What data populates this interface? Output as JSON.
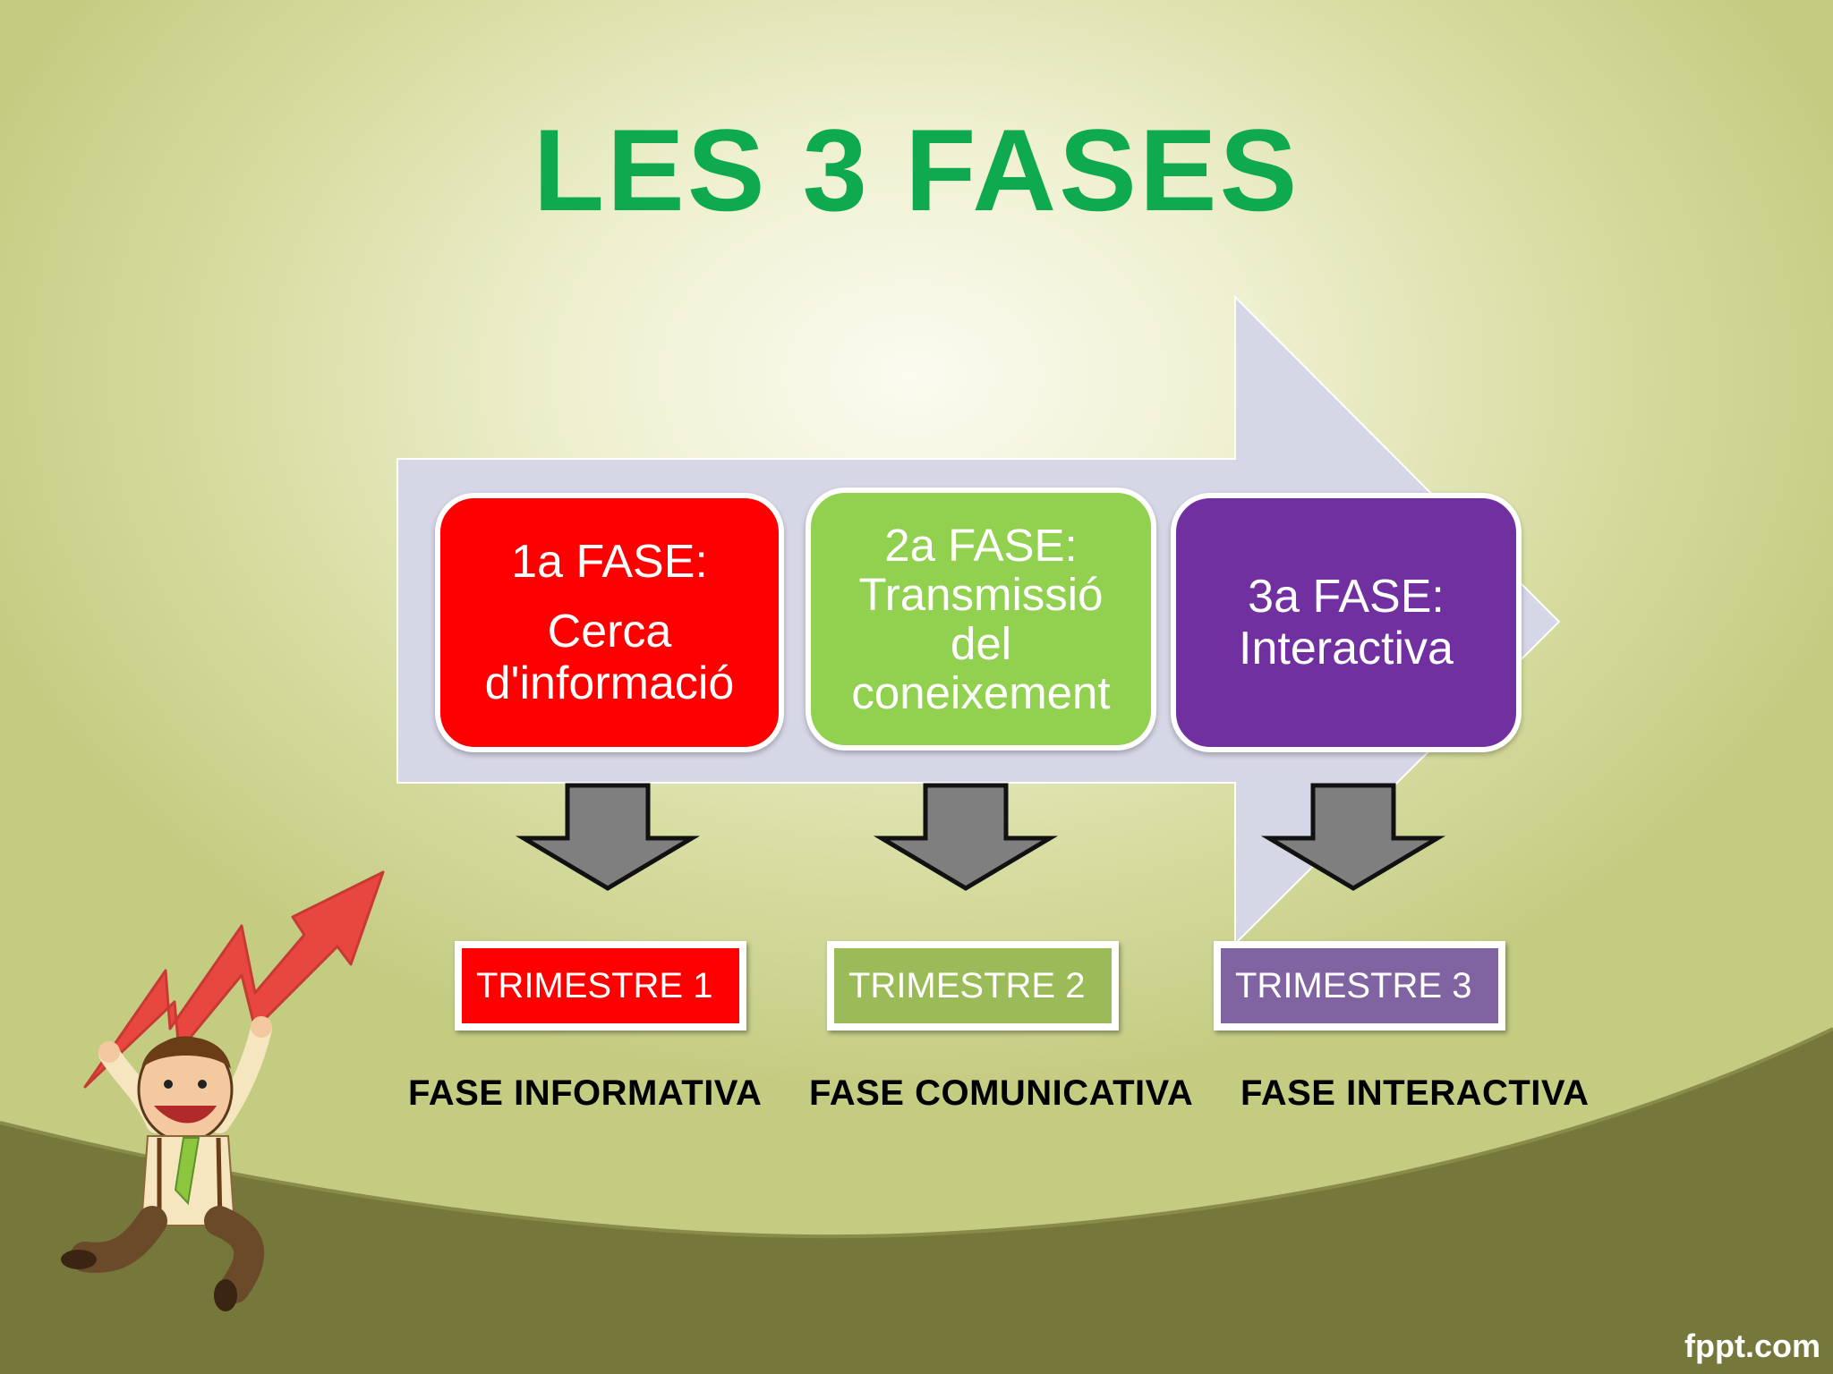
{
  "slide": {
    "title": "LES 3 FASES",
    "footer": "fppt.com"
  },
  "phases": [
    {
      "heading": "1a FASE:",
      "lines": [
        "Cerca",
        "d'informació"
      ],
      "color": "#ff0000"
    },
    {
      "heading": "2a FASE:",
      "lines": [
        "Transmissió",
        "del",
        "coneixement"
      ],
      "color": "#92d050"
    },
    {
      "heading": "3a FASE:",
      "lines": [
        "Interactiva"
      ],
      "color": "#7030a0"
    }
  ],
  "trimesters": [
    {
      "label": "TRIMESTRE 1",
      "color": "#ff0000"
    },
    {
      "label": "TRIMESTRE 2",
      "color": "#9bbb59"
    },
    {
      "label": "TRIMESTRE 3",
      "color": "#8064a2"
    }
  ],
  "phase_labels": [
    "FASE INFORMATIVA",
    "FASE COMUNICATIVA",
    "FASE INTERACTIVA"
  ],
  "colors": {
    "title": "#0fa94f",
    "big_arrow": "#d5d6e6",
    "down_arrow": "#7f7f7f",
    "hill": "#76773b",
    "growth_arrow": "#e8473f"
  },
  "icons": {
    "big_arrow": "process-arrow",
    "down_arrows": "down-arrow-icon",
    "mascot": "jumping-businessman-illustration"
  }
}
